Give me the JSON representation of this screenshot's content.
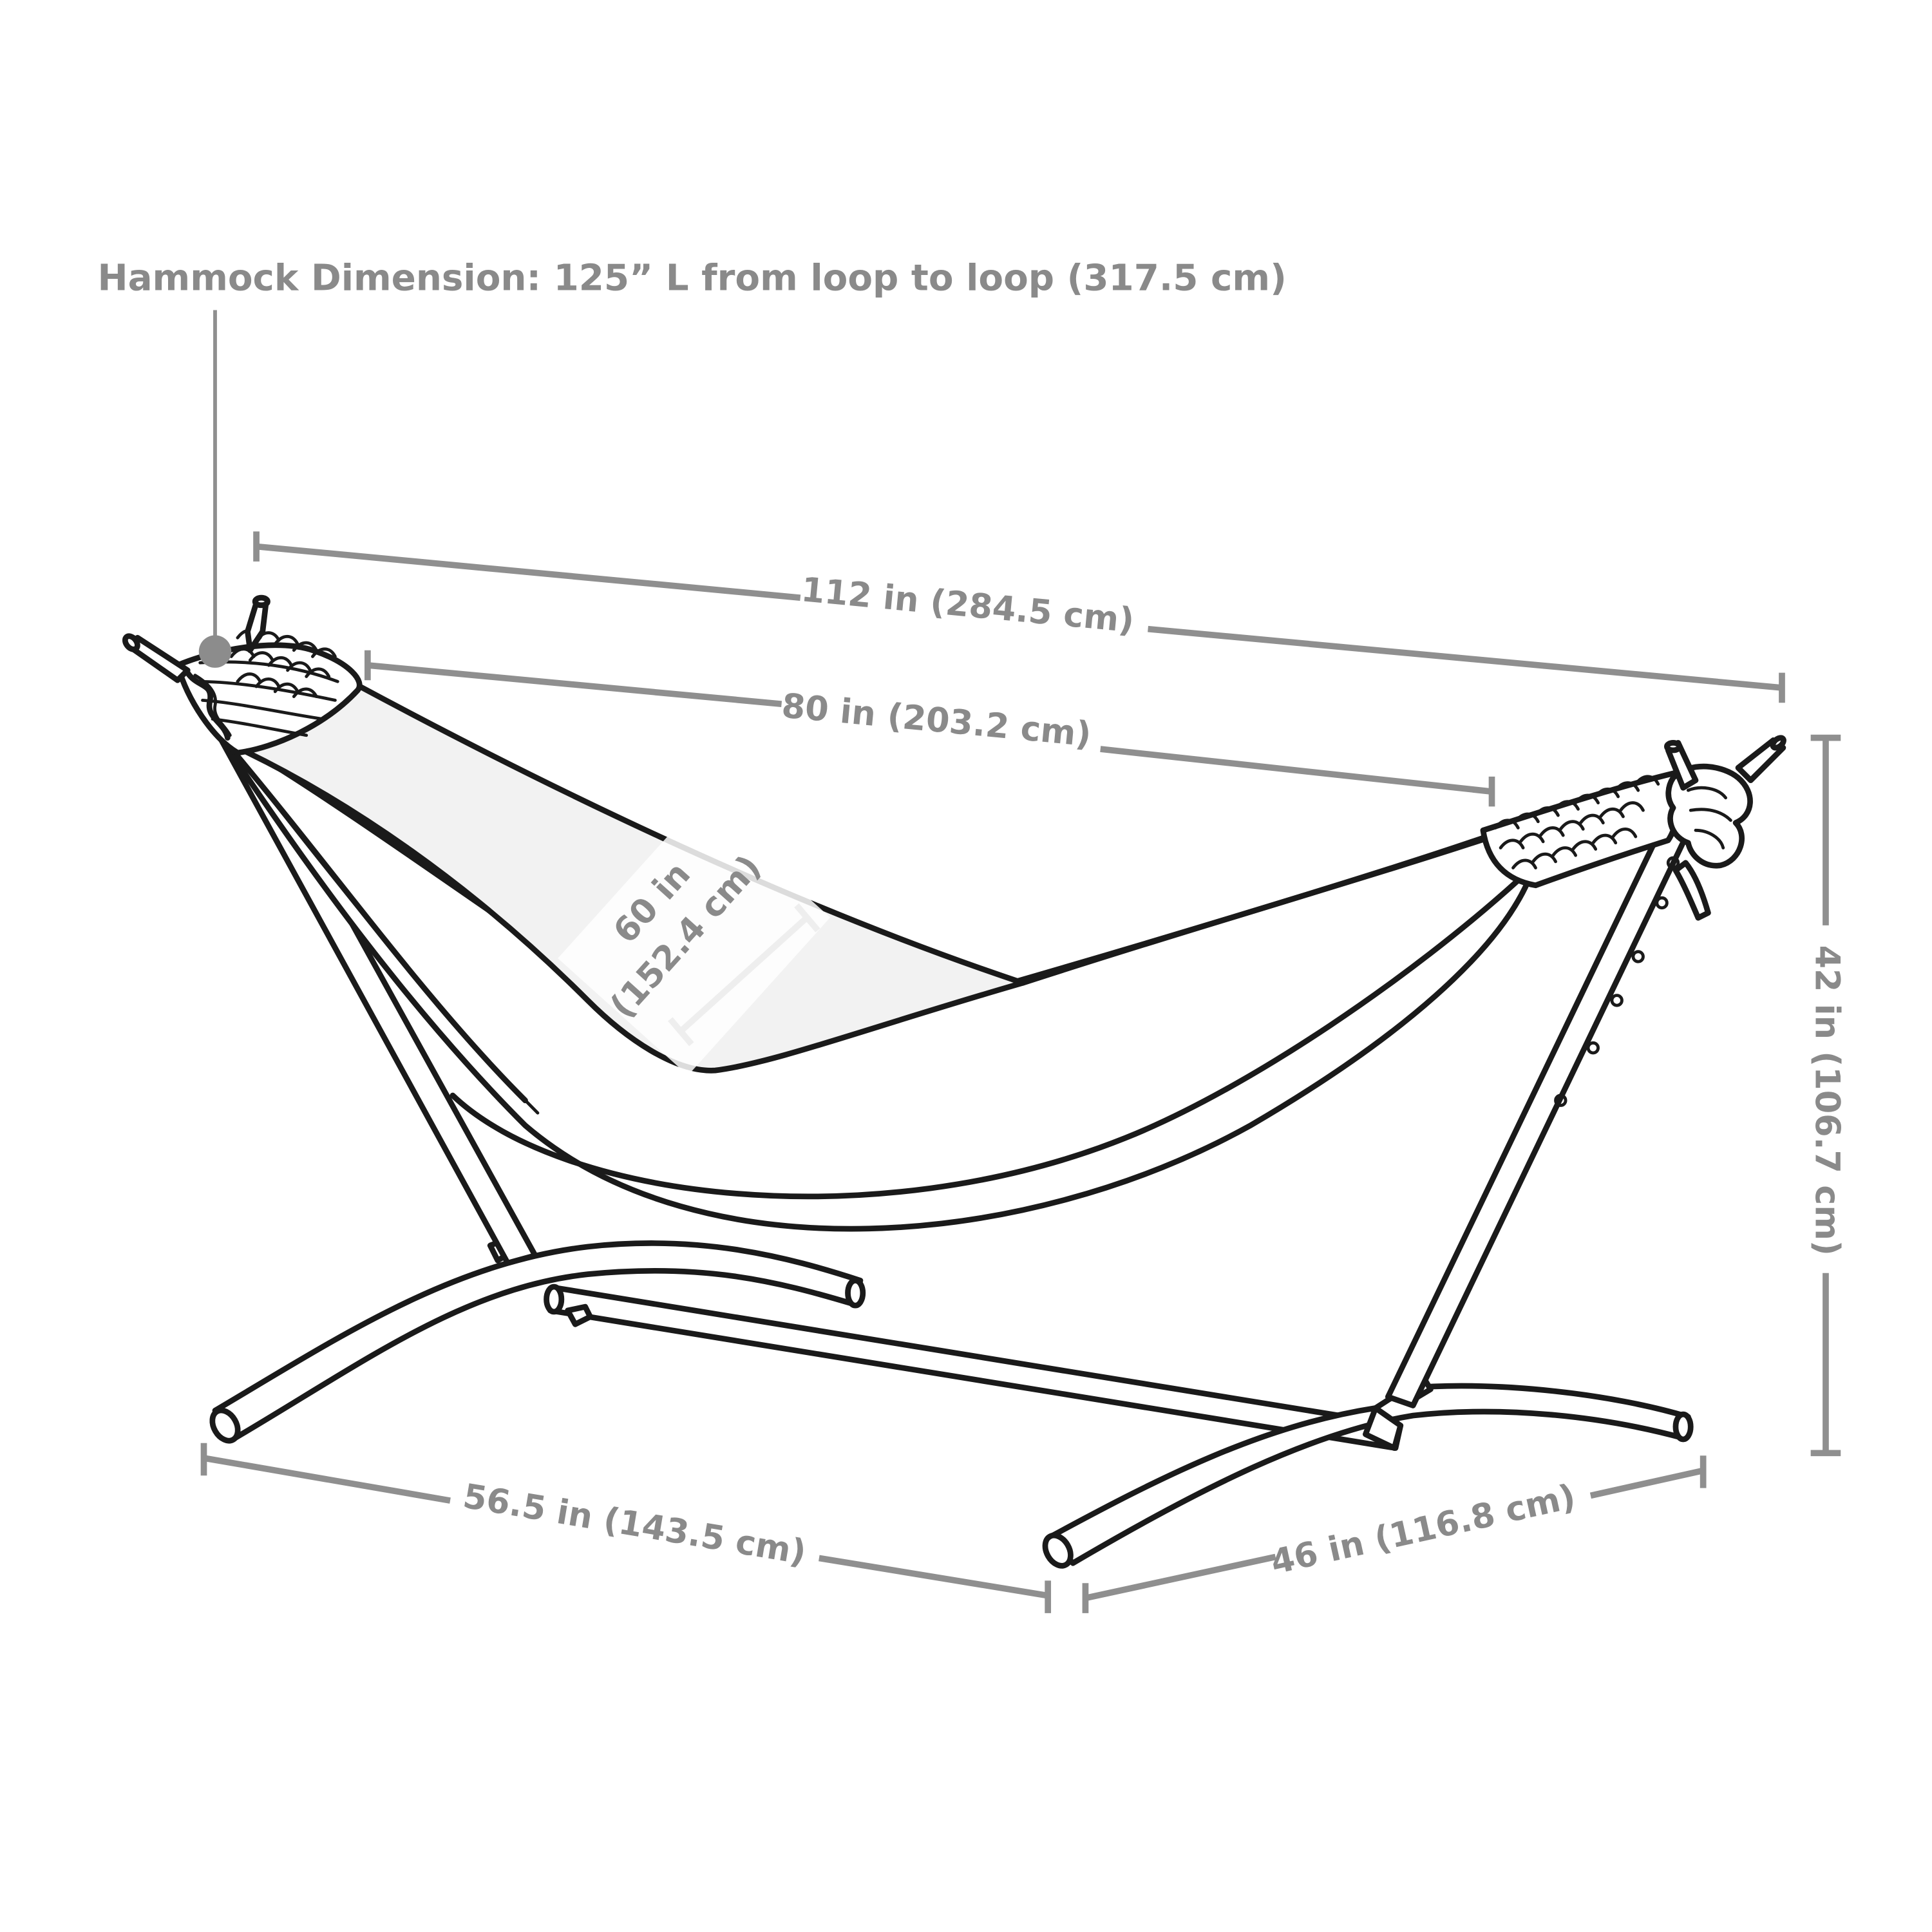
{
  "annotation": {
    "hammock_dimension": "Hammock Dimension: 125” L from loop to loop (317.5 cm)"
  },
  "dimensions": {
    "overall_length": "112 in (284.5 cm)",
    "bed_length": "80 in (203.2 cm)",
    "bed_width_line1": "60 in",
    "bed_width_line2": "(152.4 cm)",
    "height": "42 in (106.7 cm)",
    "base_depth_left": "56.5 in (143.5 cm)",
    "base_depth_right": "46 in (116.8 cm)"
  },
  "colors": {
    "label": "#8a8a8a",
    "dimension_line": "#8f8f8f",
    "drawing_stroke": "#1a1a1a",
    "hammock_bed": "#f2f2f2",
    "marker_dot": "#8c8c8c"
  }
}
